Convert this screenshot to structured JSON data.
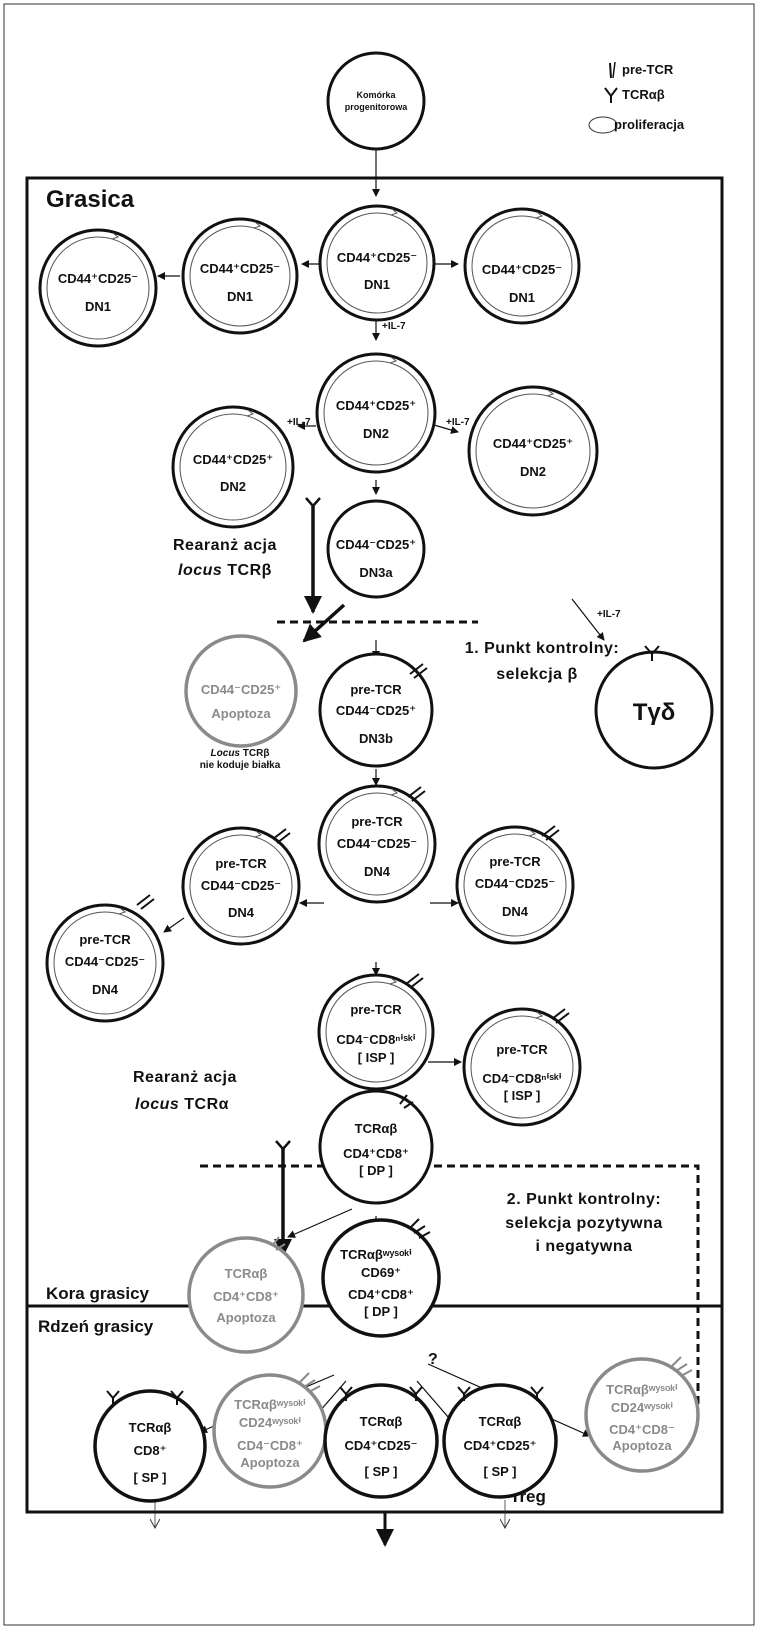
{
  "legend": {
    "pre_tcr": "pre-TCR",
    "tcr_ab": "TCRαβ",
    "proliferation": "proliferacja"
  },
  "regions": {
    "thymus": "Grasica",
    "cortex": "Kora grasicy",
    "medulla": "Rdzeń grasicy"
  },
  "progenitor": [
    "Komórka",
    "progenitorowa"
  ],
  "il7": "+IL-7",
  "rearrangement_beta": [
    "Rearanż acja",
    "locus",
    " TCRβ"
  ],
  "rearrangement_alpha": [
    "Rearanż acja",
    "locus",
    " TCRα"
  ],
  "checkpoint1": [
    "1. Punkt kontrolny:",
    "selekcja β"
  ],
  "checkpoint2": [
    "2. Punkt kontrolny:",
    "selekcja pozytywna",
    "i negatywna"
  ],
  "no_protein_note": [
    "Locus",
    " TCRβ",
    "nie koduje białka"
  ],
  "question": "?",
  "treg": "Treg",
  "tgd": "Tγδ",
  "cells": {
    "cd44p_cd25m": "CD44⁺CD25⁻",
    "cd44p_cd25p": "CD44⁺CD25⁺",
    "cd44m_cd25p": "CD44⁻CD25⁺",
    "cd44m_cd25m": "CD44⁻CD25⁻",
    "dn1": "DN1",
    "dn2": "DN2",
    "dn3a": "DN3a",
    "dn3b": "DN3b",
    "dn4": "DN4",
    "pre_tcr": "pre-TCR",
    "apoptosis": "Apoptoza",
    "cd4m_cd8low": "CD4⁻CD8ⁿⁱˢᵏⁱ",
    "isp": "[ ISP ]",
    "tcr_ab": "TCRαβ",
    "tcr_ab_high": "TCRαβʷʸˢᵒᵏⁱ",
    "cd4p_cd8p": "CD4⁺CD8⁺",
    "dp": "[ DP ]",
    "cd69p": "CD69⁺",
    "cd8p": "CD8⁺",
    "cd24_high": "CD24ʷʸˢᵒᵏⁱ",
    "cd4m_cd8p": "CD4⁻CD8⁺",
    "cd4p_cd8m": "CD4⁺CD8⁻",
    "cd4p_cd25m": "CD4⁺CD25⁻",
    "cd4p_cd25p": "CD4⁺CD25⁺",
    "sp": "[ SP ]"
  }
}
